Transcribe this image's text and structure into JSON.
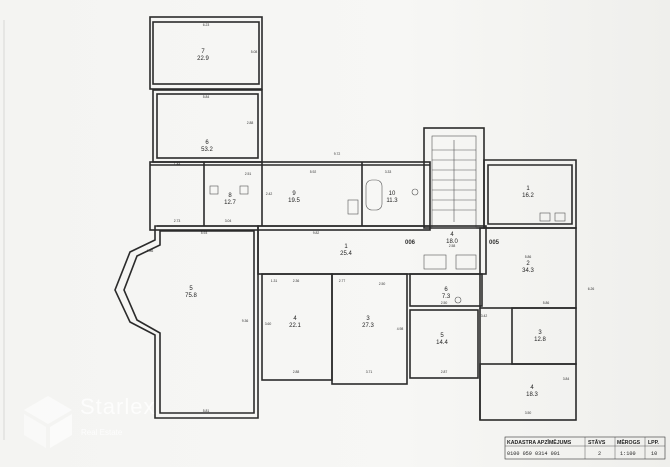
{
  "rooms": [
    {
      "id": "r7top",
      "num": "7",
      "area": "22.9"
    },
    {
      "id": "r6",
      "num": "6",
      "area": "53.2"
    },
    {
      "id": "r8",
      "num": "8",
      "area": "12.7"
    },
    {
      "id": "r9",
      "num": "9",
      "area": "19.5"
    },
    {
      "id": "r10",
      "num": "10",
      "area": "11.3"
    },
    {
      "id": "r4stair",
      "num": "4",
      "area": "18.0"
    },
    {
      "id": "r5big",
      "num": "5",
      "area": "75.8"
    },
    {
      "id": "r1",
      "num": "1",
      "area": "25.4"
    },
    {
      "id": "r2",
      "num": "2",
      "area": "34.3"
    },
    {
      "id": "r4a",
      "num": "4",
      "area": "22.1"
    },
    {
      "id": "r3a",
      "num": "3",
      "area": "27.3"
    },
    {
      "id": "r6b",
      "num": "6",
      "area": "7.3"
    },
    {
      "id": "r5b",
      "num": "5",
      "area": "14.4"
    },
    {
      "id": "r3b",
      "num": "3",
      "area": "12.8"
    },
    {
      "id": "r4b",
      "num": "4",
      "area": "18.3"
    },
    {
      "id": "r1top",
      "num": "1",
      "area": "16.2"
    }
  ],
  "dims": {
    "d1": "6.23",
    "d2": "5.08",
    "d3": "5.84",
    "d4": "2.88",
    "d5": "9.72",
    "d6": "5.92",
    "d7": "3.33",
    "d8": "2.42",
    "d9": "2.51",
    "d10": "1.44",
    "d11": "5.93",
    "d12": "2.73",
    "d13": "3.04",
    "d14": "9.82",
    "d15": "2.58",
    "d16": "5.86",
    "d17": "2.36",
    "d18": "2.50",
    "d19": "1.31",
    "d20": "2.77",
    "d21": "9.36",
    "d22": "4.98",
    "d23": "3.42",
    "d24": "2.50",
    "d25": "5.81",
    "d26": "6.26",
    "d27": "3.60",
    "d28": "3.71",
    "d29": "2.88",
    "d30": "2.87",
    "d31": "0.86",
    "d32": "3.84",
    "d33": "5.86",
    "d34": "3.50"
  },
  "markers": {
    "m1": "006",
    "m2": "005"
  },
  "title_block": {
    "label1": "KADASTRA APZĪMĒJUMS",
    "label2": "STĀVS",
    "label3": "MĒROGS",
    "label4": "LPP.",
    "value1": "0100 059 0314 001",
    "value2": "2",
    "value3": "1:100",
    "value4": "10"
  },
  "watermark": {
    "main": "Starlex",
    "sub": "Real Estate"
  }
}
